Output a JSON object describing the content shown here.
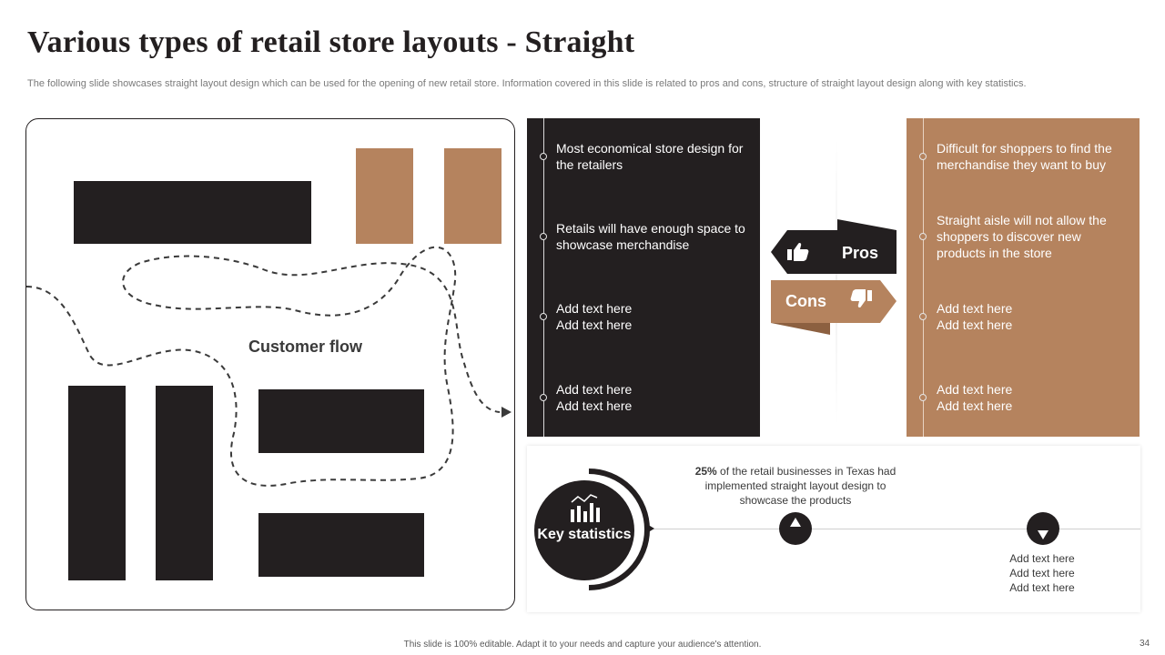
{
  "title": "Various types of retail store layouts - Straight",
  "subtitle": "The following slide showcases straight layout design which can be used for the opening of new retail store. Information covered in this slide is related to pros and cons, structure of straight layout design along with key statistics.",
  "floor_plan": {
    "flow_label": "Customer flow",
    "colors": {
      "dark": "#231f20",
      "brown": "#b5835e"
    }
  },
  "pros": {
    "label": "Pros",
    "icon": "thumbs-up-icon",
    "items": [
      "Most economical store design for the retailers",
      "Retails will have enough space to showcase merchandise",
      "Add text here Add text here",
      "Add text here Add text here"
    ]
  },
  "cons": {
    "label": "Cons",
    "icon": "thumbs-down-icon",
    "items": [
      "Difficult for shoppers to find the merchandise they want to buy",
      "Straight aisle will not allow the shoppers to discover new products in the store",
      "Add text here Add text here",
      "Add text here Add text here"
    ]
  },
  "key_statistics": {
    "label": "Key statistics",
    "icon": "bar-chart-icon",
    "stat1": {
      "highlight": "25%",
      "text": " of the retail businesses in Texas had implemented straight layout design to showcase the products",
      "marker_icon": "triangle-up-icon"
    },
    "stat2": {
      "text": "Add text here Add text here Add text here",
      "marker_icon": "triangle-down-icon"
    }
  },
  "footer": "This slide is 100% editable. Adapt it to your needs and capture your audience's attention.",
  "page_number": "34"
}
